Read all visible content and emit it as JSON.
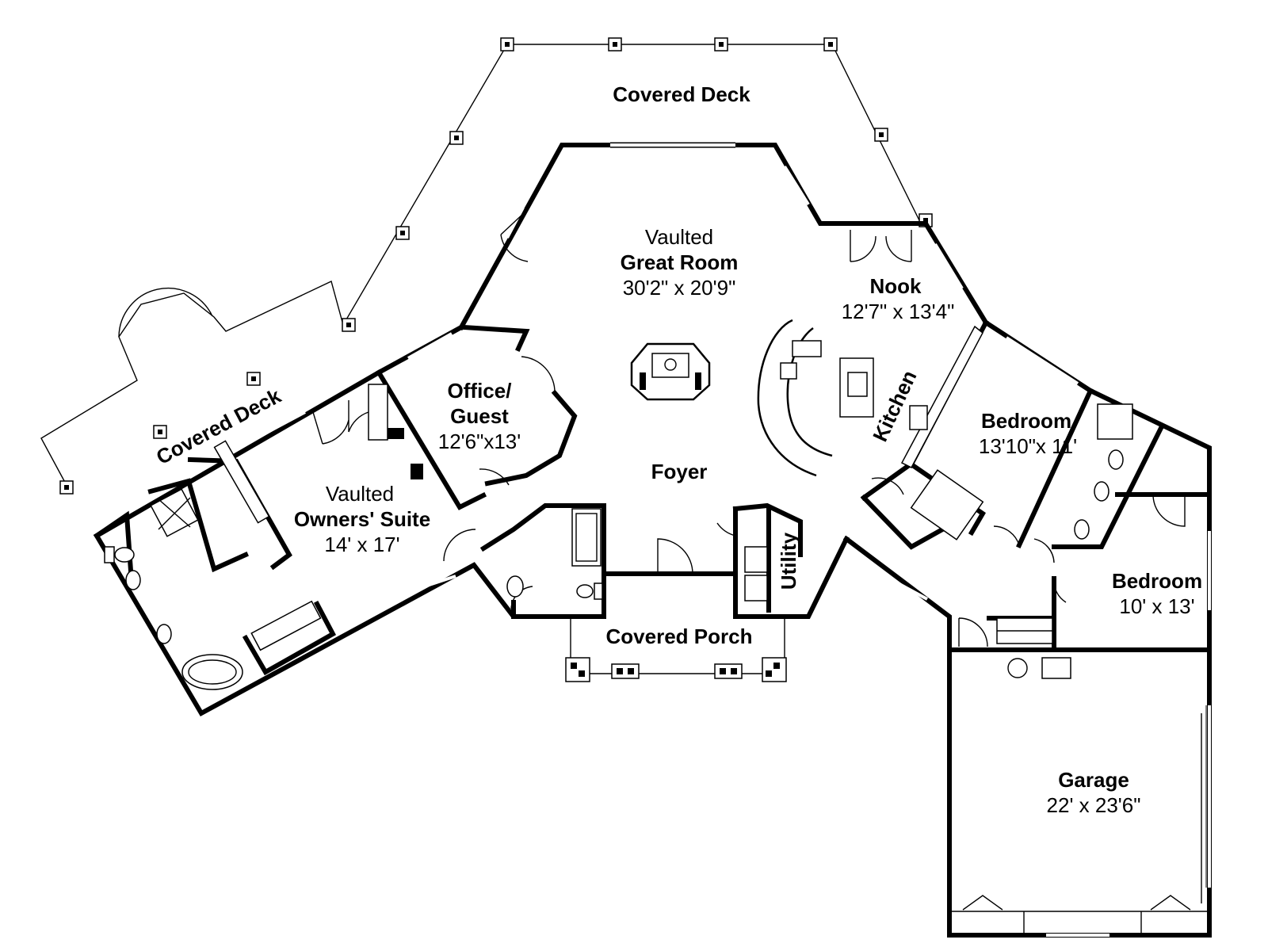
{
  "rooms": {
    "covered_deck_top": "Covered Deck",
    "covered_deck_left": "Covered Deck",
    "great_room": {
      "prefix": "Vaulted",
      "name": "Great Room",
      "dims": "30'2\" x 20'9\""
    },
    "nook": {
      "name": "Nook",
      "dims": "12'7\" x 13'4\""
    },
    "kitchen": "Kitchen",
    "office": {
      "line1": "Office/",
      "line2": "Guest",
      "dims": "12'6\"x13'"
    },
    "owners_suite": {
      "prefix": "Vaulted",
      "name": "Owners' Suite",
      "dims": "14' x 17'"
    },
    "foyer": "Foyer",
    "utility": "Utility",
    "bedroom_1": {
      "name": "Bedroom",
      "dims": "13'10\"x 11'"
    },
    "bedroom_2": {
      "name": "Bedroom",
      "dims": "10' x 13'"
    },
    "covered_porch": "Covered Porch",
    "garage": {
      "name": "Garage",
      "dims": "22' x 23'6\""
    }
  }
}
